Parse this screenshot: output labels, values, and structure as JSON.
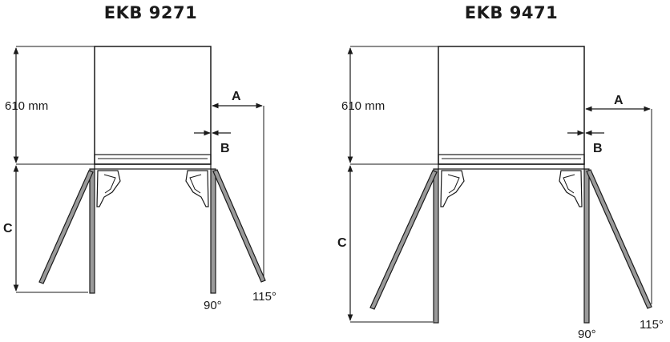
{
  "diagrams": [
    {
      "title": "EKB 9271",
      "depth_label": "610 mm",
      "dim_a": "A",
      "dim_b": "B",
      "dim_c": "C",
      "angle_90": "90°",
      "angle_115": "115°"
    },
    {
      "title": "EKB 9471",
      "depth_label": "610 mm",
      "dim_a": "A",
      "dim_b": "B",
      "dim_c": "C",
      "angle_90": "90°",
      "angle_115": "115°"
    }
  ],
  "colors": {
    "line": "#1a1a1a",
    "door_fill": "#9a9a9a"
  }
}
